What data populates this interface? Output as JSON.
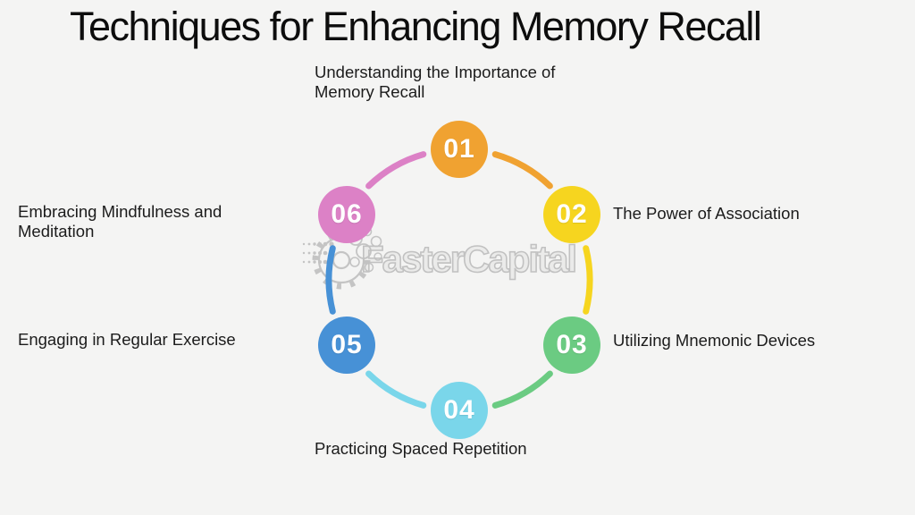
{
  "title": "Techniques for Enhancing Memory Recall",
  "background_color": "#f4f4f3",
  "watermark": {
    "text": "FasterCapital",
    "icon": "gear-icon",
    "color": "#a3a3a3"
  },
  "diagram": {
    "type": "cycle",
    "nodes": [
      {
        "number": "01",
        "label": "Understanding the Importance of Memory Recall",
        "color": "#f0a231"
      },
      {
        "number": "02",
        "label": "The Power of Association",
        "color": "#f6d51f"
      },
      {
        "number": "03",
        "label": "Utilizing Mnemonic Devices",
        "color": "#6bcb82"
      },
      {
        "number": "04",
        "label": "Practicing Spaced Repetition",
        "color": "#7ad6ea"
      },
      {
        "number": "05",
        "label": "Engaging in Regular Exercise",
        "color": "#4791d6"
      },
      {
        "number": "06",
        "label": "Embracing Mindfulness and Meditation",
        "color": "#dc81c6"
      }
    ]
  }
}
